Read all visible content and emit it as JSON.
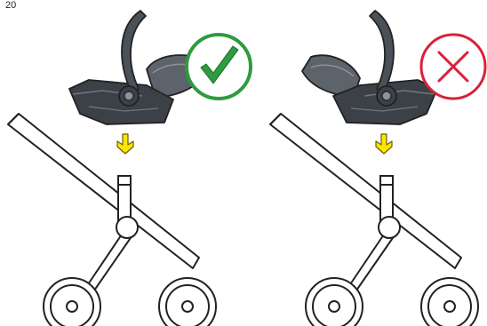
{
  "page": {
    "number": "20"
  },
  "panels": [
    {
      "id": "correct",
      "badge_icon": "checkmark-icon",
      "badge_color": "#2e9b3e"
    },
    {
      "id": "incorrect",
      "badge_icon": "cross-icon",
      "badge_color": "#d9213a"
    }
  ],
  "colors": {
    "seat_dark": "#3b4147",
    "seat_mid": "#5c636a",
    "seat_light": "#7a8289",
    "arrow": "#ffe600",
    "arrow_outline": "#8a7a00",
    "line": "#222222"
  }
}
